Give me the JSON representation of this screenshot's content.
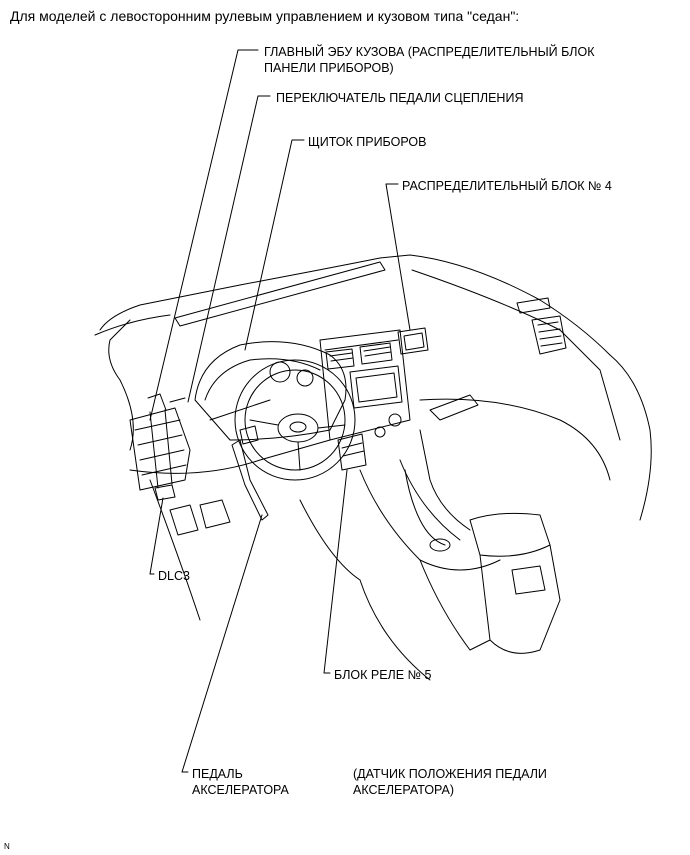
{
  "title": "Для моделей с левосторонним рулевым управлением и кузовом типа \"седан\":",
  "callouts": {
    "main_body_ecu": "ГЛАВНЫЙ ЭБУ КУЗОВА (РАСПРЕДЕЛИТЕЛЬНЫЙ БЛОК\nПАНЕЛИ ПРИБОРОВ)",
    "clutch_switch": "ПЕРЕКЛЮЧАТЕЛЬ ПЕДАЛИ СЦЕПЛЕНИЯ",
    "instrument_cluster": "ЩИТОК ПРИБОРОВ",
    "junction_block_4": "РАСПРЕДЕЛИТЕЛЬНЫЙ БЛОК № 4",
    "dlc3": "DLC3",
    "relay_block_5": "БЛОК РЕЛЕ № 5",
    "accelerator_pedal": "ПЕДАЛЬ\nАКСЕЛЕРАТОРА",
    "pedal_sensor": "(ДАТЧИК ПОЛОЖЕНИЯ ПЕДАЛИ\nАКСЕЛЕРАТОРА)"
  },
  "footnote": "N"
}
